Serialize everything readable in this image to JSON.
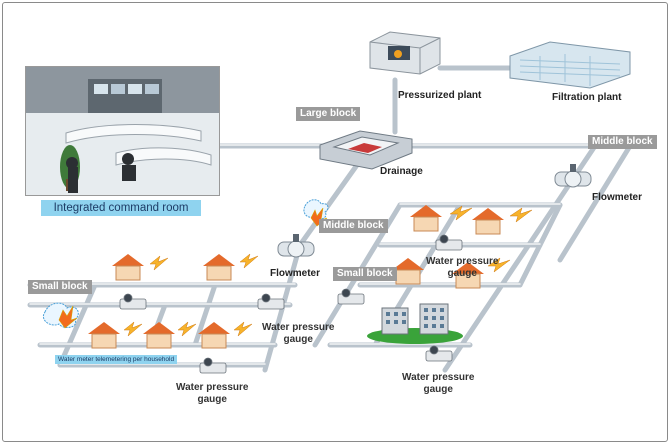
{
  "labels": {
    "command_room": "Integrated command room",
    "large_block": "Large block",
    "pressurized_plant": "Pressurized plant",
    "filtration_plant": "Filtration plant",
    "drainage": "Drainage",
    "middle_block_right": "Middle block",
    "middle_block_center": "Middle block",
    "flowmeter_right": "Flowmeter",
    "flowmeter_left": "Flowmeter",
    "small_block_left": "Small block",
    "small_block_center": "Small block",
    "gauge_center_line1": "Water pressure",
    "gauge_center_line2": "gauge",
    "gauge_left_line1": "Water pressure",
    "gauge_left_line2": "gauge",
    "gauge_mid_line1": "Water pressure",
    "gauge_mid_line2": "gauge",
    "gauge_bottom_line1": "Water pressure",
    "gauge_bottom_line2": "gauge",
    "telemetering": "Water meter telemetering per household"
  },
  "colors": {
    "pipe": "#c9d2da",
    "pipe_edge": "#9aa6b2",
    "tag_bg": "#9a9a9a",
    "caption_bg": "#8fd3ef",
    "house_roof": "#e46a2b",
    "house_wall": "#f6d7b3",
    "lightning": "#f7b32b"
  },
  "icons": [
    "command-room-photo",
    "pressurized-plant-icon",
    "filtration-plant-icon",
    "drainage-tank-icon",
    "flowmeter-icon",
    "house-icon",
    "lightning-icon",
    "pressure-gauge-icon",
    "building-icon",
    "leak-burst-icon"
  ]
}
